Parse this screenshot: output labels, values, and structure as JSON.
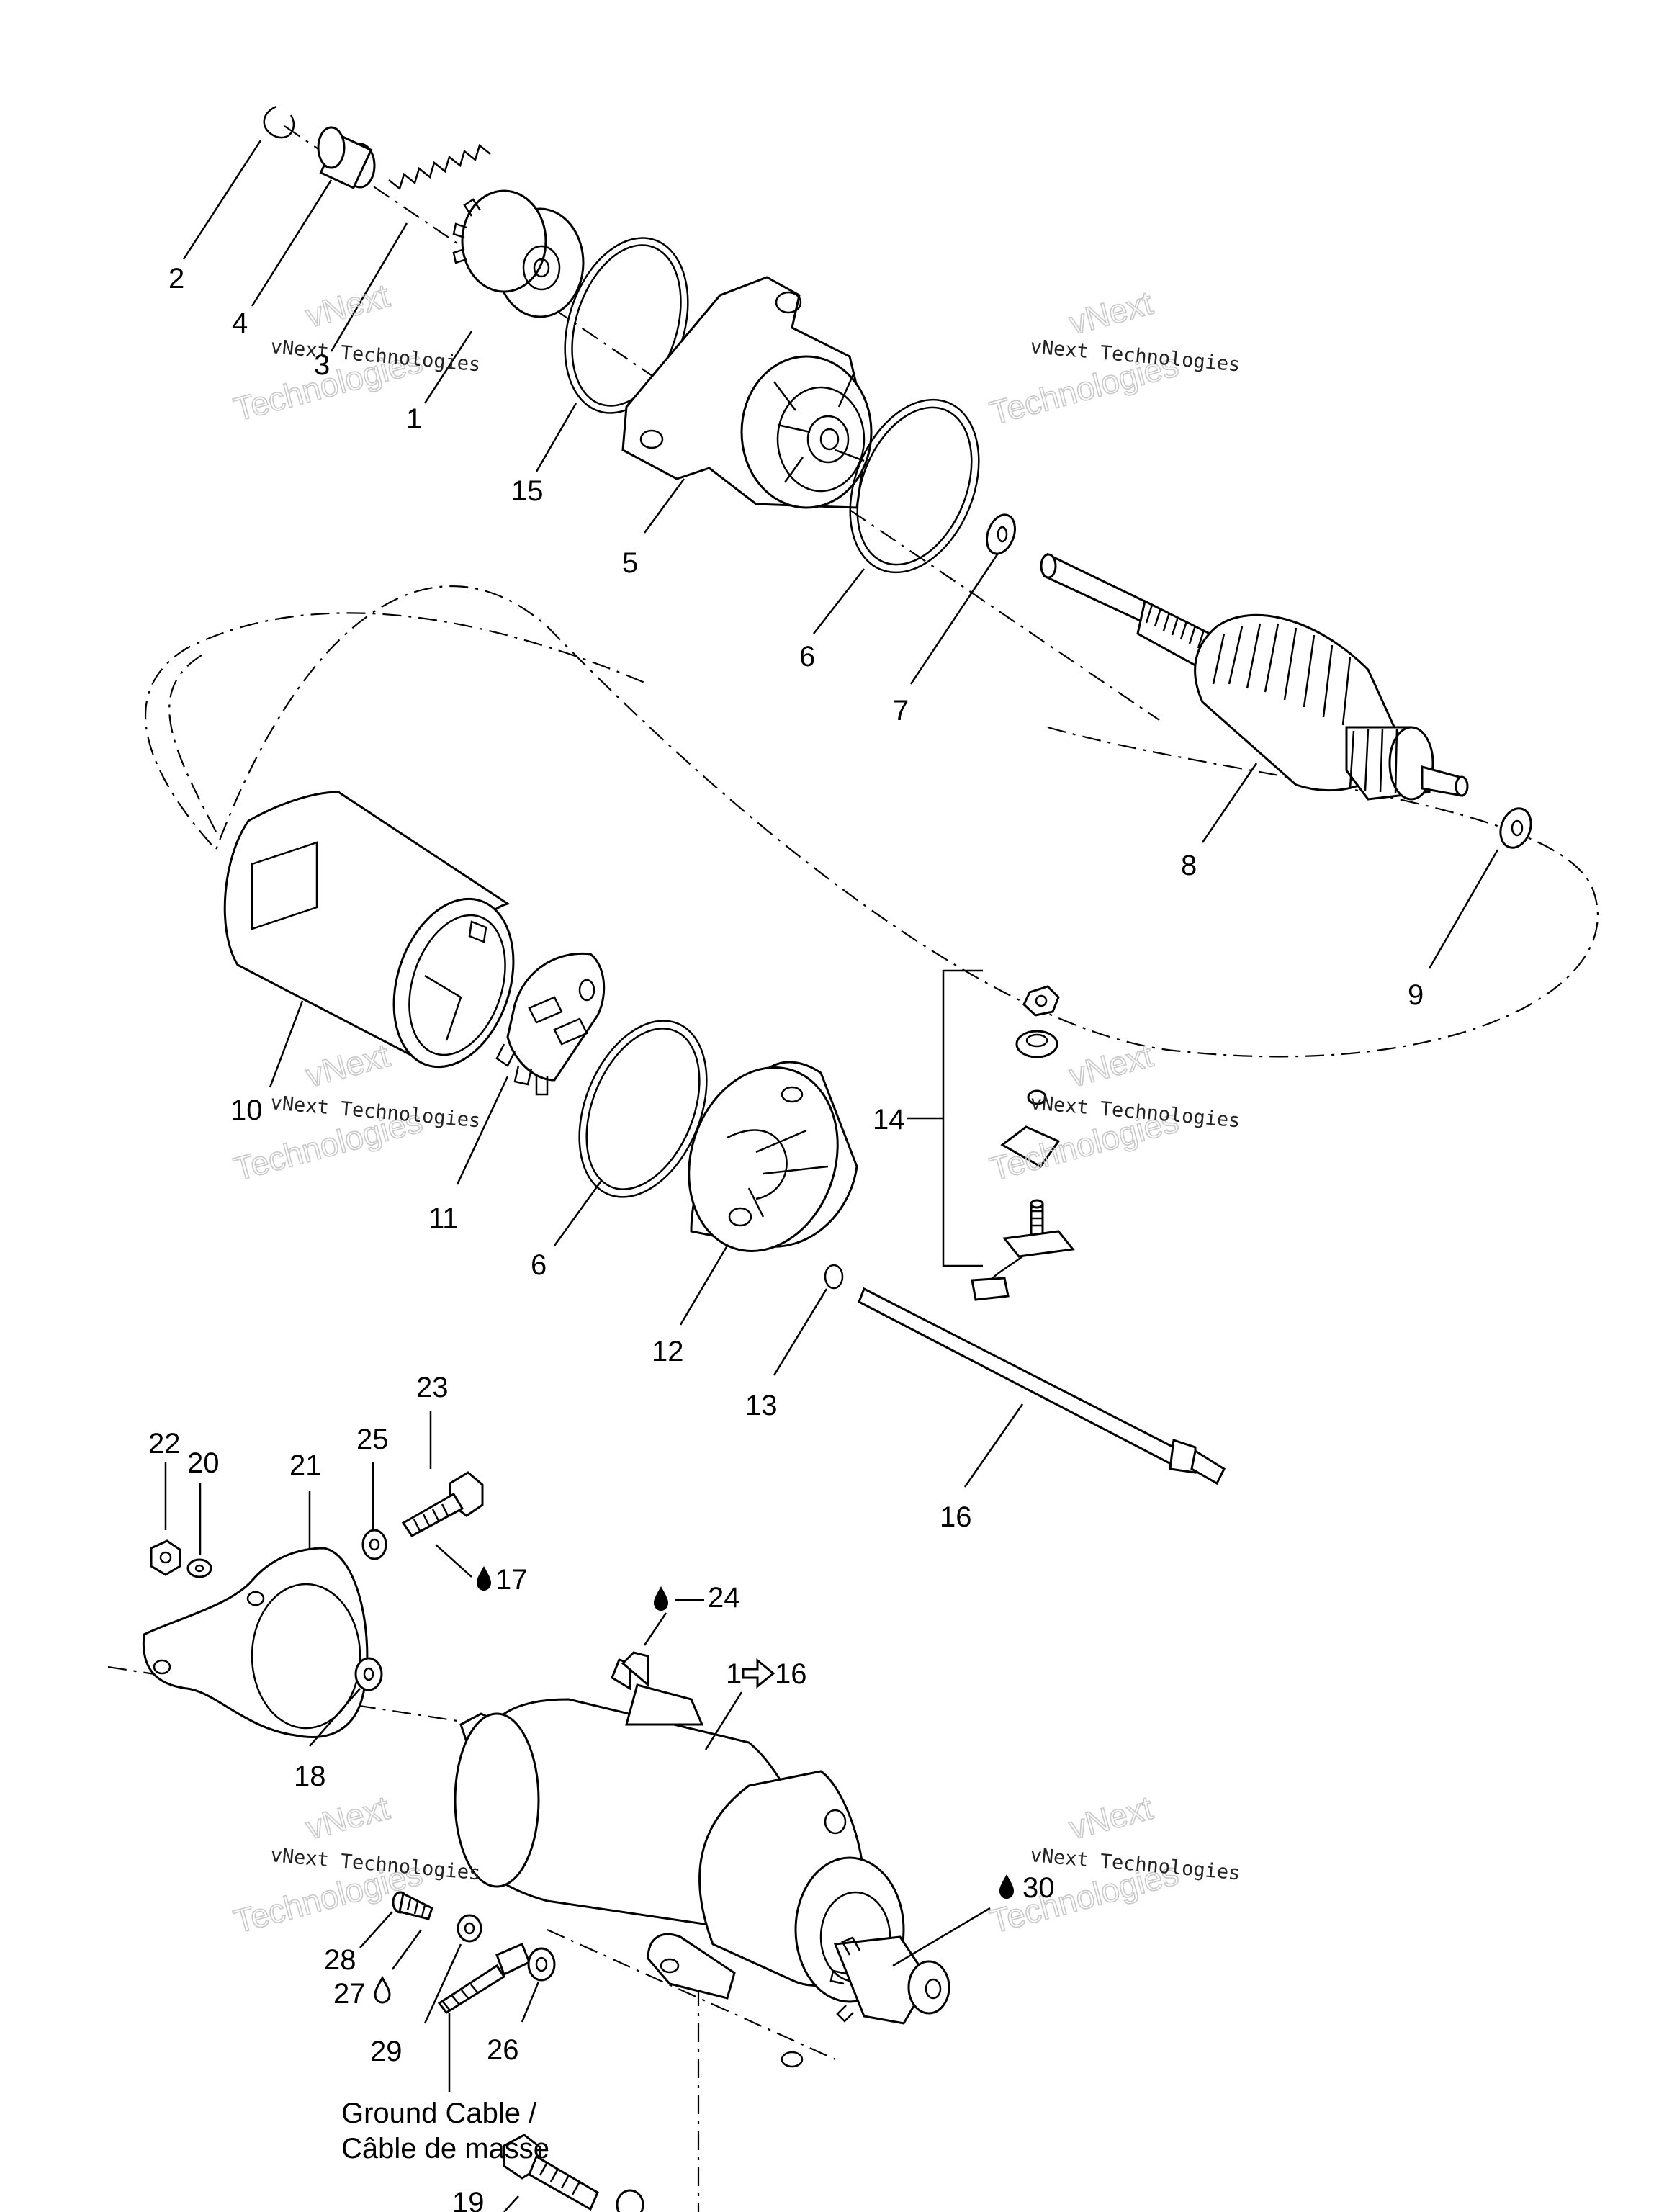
{
  "callouts": {
    "c1": "1",
    "c2": "2",
    "c3": "3",
    "c4": "4",
    "c5": "5",
    "c6a": "6",
    "c6b": "6",
    "c7": "7",
    "c8": "8",
    "c9": "9",
    "c10": "10",
    "c11": "11",
    "c12": "12",
    "c13": "13",
    "c14": "14",
    "c15": "15",
    "c16": "16",
    "c17": "17",
    "c18": "18",
    "c19": "19",
    "c20": "20",
    "c21": "21",
    "c22": "22",
    "c23": "23",
    "c24": "24",
    "c24_dash": "—",
    "c25": "25",
    "c26": "26",
    "c27": "27",
    "c28": "28",
    "c29": "29",
    "c30": "30",
    "assembly_start": "1",
    "assembly_end": "16"
  },
  "ground_cable": {
    "line1": "Ground Cable /",
    "line2": "Câble de masse"
  },
  "watermark": {
    "line1": "vNext Technologies",
    "line2": "vNext",
    "line3": "Technologies"
  },
  "icons": {
    "drop": "oil-drop-icon",
    "arrow": "hollow-arrow-icon"
  }
}
